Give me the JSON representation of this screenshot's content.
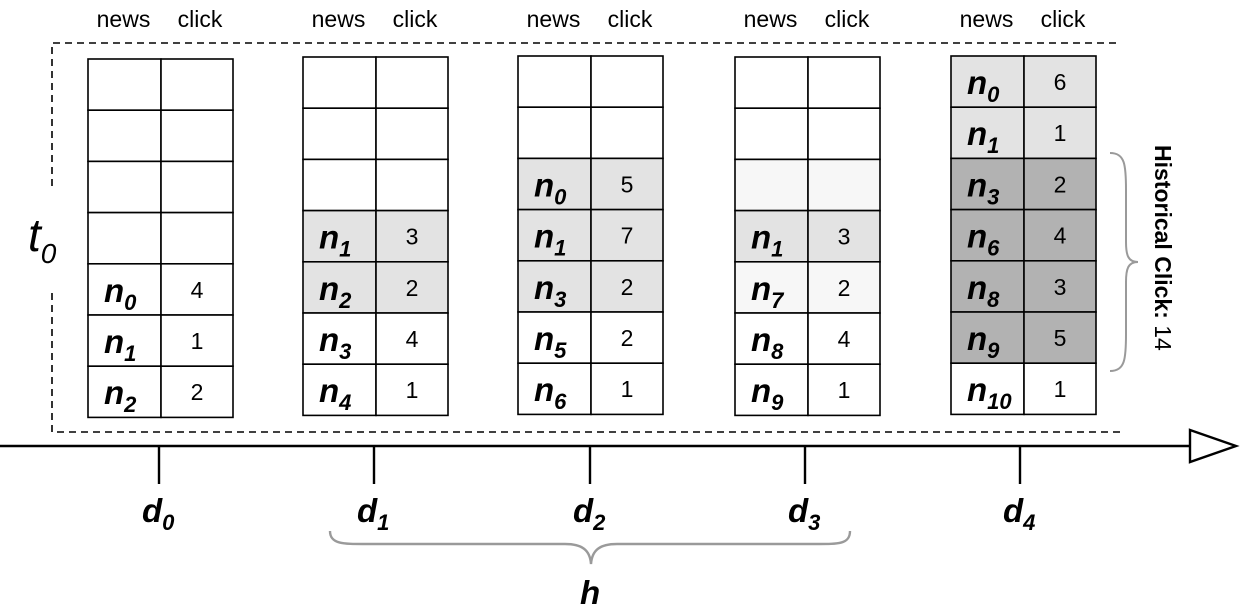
{
  "header": {
    "news_label": "news",
    "click_label": "click"
  },
  "t0": {
    "base": "t",
    "sub": "0"
  },
  "days": [
    {
      "base": "d",
      "sub": "0",
      "rows": [
        {
          "news": null,
          "click": null,
          "shade": "none"
        },
        {
          "news": null,
          "click": null,
          "shade": "none"
        },
        {
          "news": null,
          "click": null,
          "shade": "none"
        },
        {
          "news": null,
          "click": null,
          "shade": "none"
        },
        {
          "news": "0",
          "click": "4",
          "shade": "none"
        },
        {
          "news": "1",
          "click": "1",
          "shade": "none"
        },
        {
          "news": "2",
          "click": "2",
          "shade": "none"
        }
      ]
    },
    {
      "base": "d",
      "sub": "1",
      "rows": [
        {
          "news": null,
          "click": null,
          "shade": "none"
        },
        {
          "news": null,
          "click": null,
          "shade": "none"
        },
        {
          "news": null,
          "click": null,
          "shade": "none"
        },
        {
          "news": "1",
          "click": "3",
          "shade": "light"
        },
        {
          "news": "2",
          "click": "2",
          "shade": "light"
        },
        {
          "news": "3",
          "click": "4",
          "shade": "none"
        },
        {
          "news": "4",
          "click": "1",
          "shade": "none"
        }
      ]
    },
    {
      "base": "d",
      "sub": "2",
      "rows": [
        {
          "news": null,
          "click": null,
          "shade": "none"
        },
        {
          "news": null,
          "click": null,
          "shade": "none"
        },
        {
          "news": "0",
          "click": "5",
          "shade": "light"
        },
        {
          "news": "1",
          "click": "7",
          "shade": "light"
        },
        {
          "news": "3",
          "click": "2",
          "shade": "light"
        },
        {
          "news": "5",
          "click": "2",
          "shade": "none"
        },
        {
          "news": "6",
          "click": "1",
          "shade": "none"
        }
      ]
    },
    {
      "base": "d",
      "sub": "3",
      "rows": [
        {
          "news": null,
          "click": null,
          "shade": "none"
        },
        {
          "news": null,
          "click": null,
          "shade": "none"
        },
        {
          "news": null,
          "click": null,
          "shade": "faint"
        },
        {
          "news": "1",
          "click": "3",
          "shade": "light"
        },
        {
          "news": "7",
          "click": "2",
          "shade": "faint"
        },
        {
          "news": "8",
          "click": "4",
          "shade": "none"
        },
        {
          "news": "9",
          "click": "1",
          "shade": "none"
        }
      ]
    },
    {
      "base": "d",
      "sub": "4",
      "rows": [
        {
          "news": "0",
          "click": "6",
          "shade": "light"
        },
        {
          "news": "1",
          "click": "1",
          "shade": "light"
        },
        {
          "news": "3",
          "click": "2",
          "shade": "dark"
        },
        {
          "news": "6",
          "click": "4",
          "shade": "dark"
        },
        {
          "news": "8",
          "click": "3",
          "shade": "dark"
        },
        {
          "news": "9",
          "click": "5",
          "shade": "dark"
        },
        {
          "news": "10",
          "click": "1",
          "shade": "none"
        }
      ]
    }
  ],
  "news_prefix": "n",
  "h_label": "h",
  "historical": {
    "bold": "Historical Click:",
    "value": " 14"
  },
  "colors": {
    "none": "#ffffff",
    "faint": "#f7f7f7",
    "light": "#e3e3e3",
    "dark": "#b2b2b2",
    "stroke": "#000000",
    "brace": "#9a9a9a"
  }
}
